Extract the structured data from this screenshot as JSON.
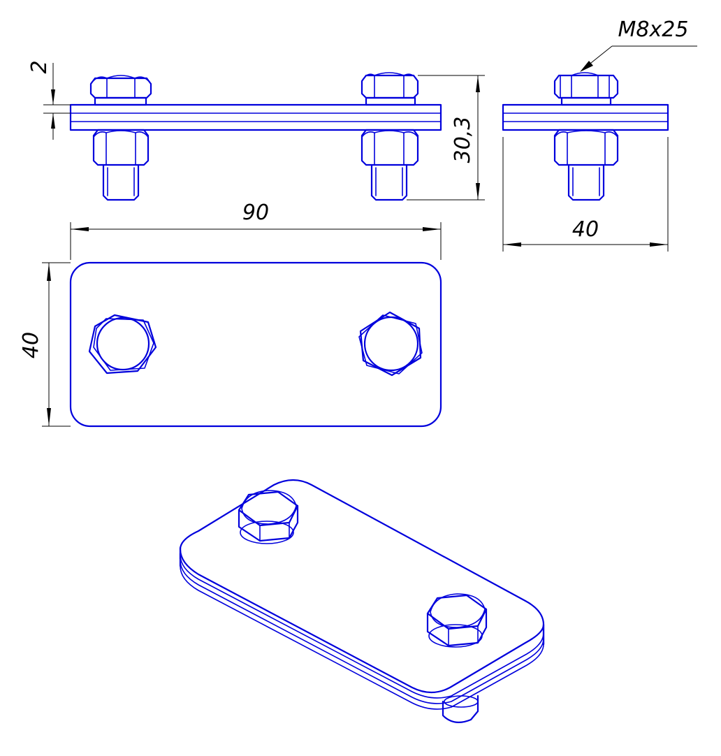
{
  "dimensions": {
    "plate_thickness": "2",
    "assembly_height": "30,3",
    "plate_length": "90",
    "plate_width_side": "40",
    "plate_width_plan": "40",
    "bolt_callout": "M8x25"
  },
  "colors": {
    "part_lines": "#0000dc",
    "dimension_lines": "#000000",
    "background": "#ffffff"
  }
}
